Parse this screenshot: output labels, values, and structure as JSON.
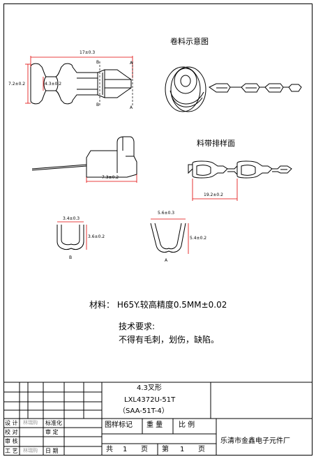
{
  "colors": {
    "dimension": "#e00000",
    "line": "#000000"
  },
  "views": {
    "roll_title": "卷料示意图",
    "strip_title": "料带排样面",
    "fork_section_marker_top": "B",
    "fork_section_marker_bottom": "B",
    "fork_section_marker_right_top": "A",
    "fork_section_marker_right_bottom": "A",
    "section_b_label": "B",
    "section_a_label": "A"
  },
  "dimensions": {
    "fork_length": "17±0.3",
    "fork_width": "7.2±0.2",
    "fork_slot": "4.3±0.2",
    "side_length": "7.3±0.2",
    "pitch": "19.2±0.2",
    "section_b_width": "3.4±0.3",
    "section_b_height": "3.6±0.2",
    "section_a_width": "5.6±0.3",
    "section_a_height": "5.4±0.2"
  },
  "notes": {
    "material": "材料： H65Y.较高精度0.5MM±0.02",
    "requirements_title": "技术要求:",
    "requirements_text": "不得有毛刺，划伤，缺陷。"
  },
  "title_block": {
    "part_name": "4.3叉形",
    "part_number": "LXL4372U-51T",
    "part_alias": "（SAA-51T-4）",
    "label_design": "设  计",
    "label_check": "校  对",
    "label_review": "审  核",
    "label_process": "工  艺",
    "ghost_name_1": "林瑞购",
    "ghost_name_2": "林瑞购",
    "label_standard": "标准化",
    "label_audit": "审  定",
    "label_approve": "日  期",
    "label_pattern": "图样标记",
    "label_weight": "重  量",
    "label_ratio": "比  例",
    "label_total": "共",
    "total_pages": "1",
    "label_page_unit1": "页",
    "label_sheet": "第",
    "sheet_number": "1",
    "label_page_unit2": "页",
    "company": "乐清市金鑫电子元件厂"
  }
}
